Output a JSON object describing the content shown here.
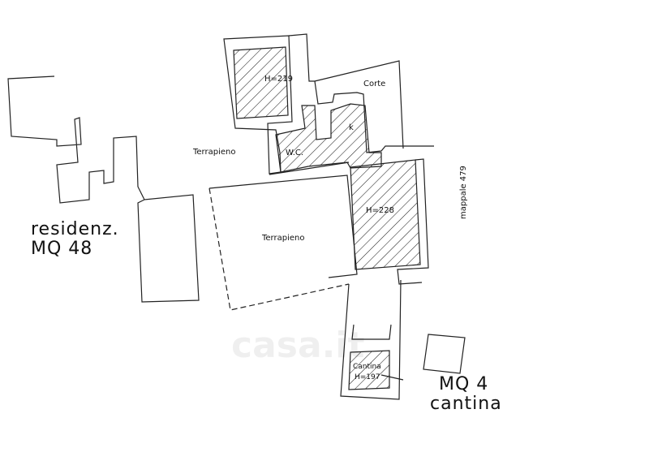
{
  "plan": {
    "rooms": {
      "room_top": "H=219",
      "corte": "Corte",
      "wc": "W.C.",
      "kitchen": "k",
      "room_right": "H=228",
      "terrapieno_top": "Terrapieno",
      "terrapieno_main": "Terrapieno",
      "cantina_name": "Cantina",
      "cantina_height": "H=197",
      "mappale": "mappale 479"
    },
    "residence_label": [
      "residenz.",
      "MQ 48"
    ],
    "cantina_label": [
      "MQ 4",
      "cantina"
    ],
    "watermark": "casa.it"
  }
}
